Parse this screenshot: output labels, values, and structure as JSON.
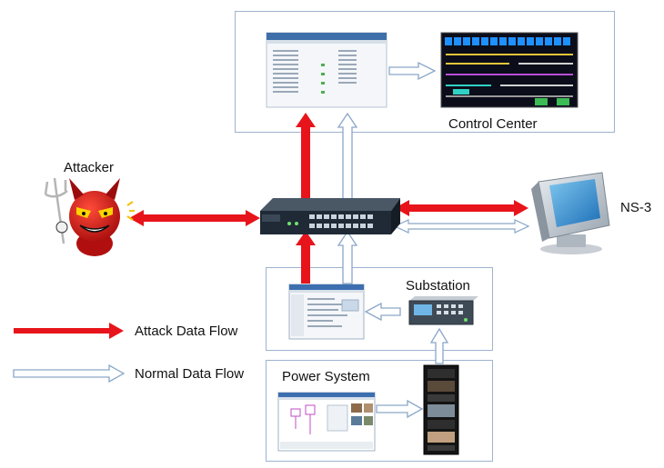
{
  "labels": {
    "control_center": "Control Center",
    "attacker": "Attacker",
    "ns3": "NS-3",
    "substation": "Substation",
    "power_system": "Power System"
  },
  "legend": {
    "attack": "Attack Data Flow",
    "normal": "Normal Data Flow"
  },
  "colors": {
    "attack_flow": "#e8141b",
    "normal_flow_outline": "#8aa6c8",
    "box_border": "#9db3cf",
    "switch_body": "#1f2a36"
  },
  "icons": {
    "attacker": "devil-icon",
    "switch": "network-switch-icon",
    "monitor": "crt-monitor-icon",
    "relay": "substation-relay-icon",
    "rack": "server-rack-icon"
  }
}
